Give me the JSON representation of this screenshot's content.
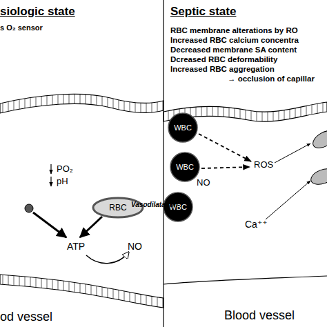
{
  "diagram": {
    "nodes": [
      {
        "text": [
          "siologic state",
          "s O₂ sensor"
        ]
      },
      {
        "text": [
          "RBC"
        ],
        "in": 0
      },
      {
        "text": [
          "Septic state",
          "RBC membrane alterations by RO",
          "Increased RBC calcium concentra",
          "Decreased membrane SA content",
          "Dcreased RBC deformability",
          "Increased RBC aggregation",
          "→ occlusion of capillar"
        ]
      },
      {
        "text": [
          "WBC"
        ],
        "in": 2
      },
      {
        "text": [
          "WBC"
        ],
        "in": 2
      },
      {
        "text": [
          "WBC"
        ],
        "in": 2
      }
    ],
    "labels": [
      "PO₂",
      "pH",
      "ATP",
      "NO",
      "Vasodilatation",
      "od vessel",
      "ROS",
      "NO",
      "Ca⁺⁺",
      "Blood vessel"
    ]
  }
}
